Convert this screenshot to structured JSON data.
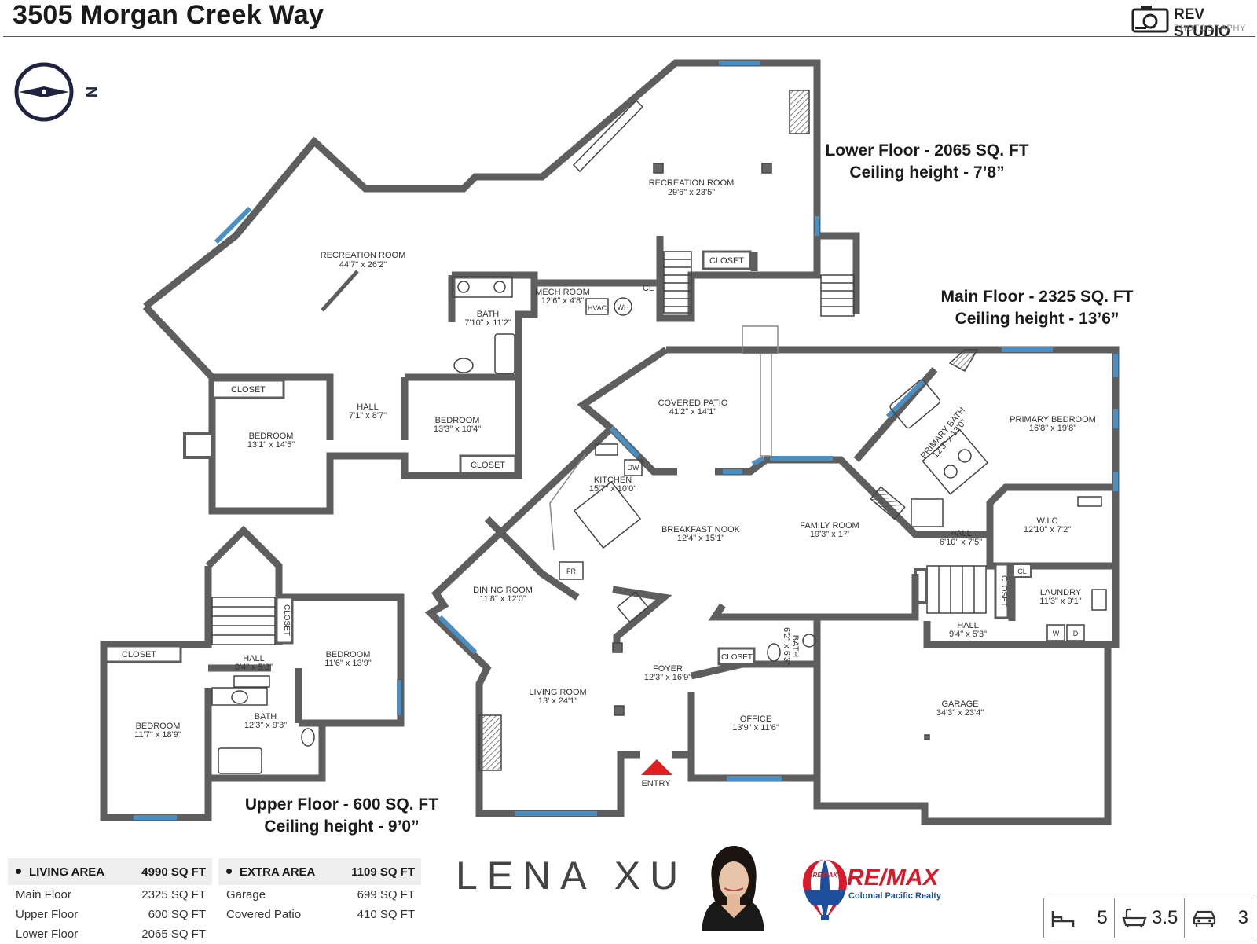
{
  "header": {
    "address": "3505 Morgan Creek Way",
    "brand_main": "REV STUDIO",
    "brand_sub": "PHOTOGRAPHY"
  },
  "compass": {
    "label": "N"
  },
  "floors": {
    "lower": {
      "title": "Lower Floor - 2065 SQ. FT",
      "ceiling": "Ceiling height - 7’8”"
    },
    "main": {
      "title": "Main Floor - 2325 SQ. FT",
      "ceiling": "Ceiling height - 13’6”"
    },
    "upper": {
      "title": "Upper Floor - 600 SQ. FT",
      "ceiling": "Ceiling height - 9’0”"
    }
  },
  "rooms": {
    "rec_room_big": {
      "name": "RECREATION ROOM",
      "dims": "44'7\" x 26'2\""
    },
    "rec_room_top": {
      "name": "RECREATION ROOM",
      "dims": "29'6\" x 23'5\""
    },
    "mech_room": {
      "name": "MECH ROOM",
      "dims": "12'6\" x 4'8\""
    },
    "hvac": "HVAC",
    "wh": "WH",
    "cl_lower": "CL",
    "closet_lower_top": "CLOSET",
    "bath_lower": {
      "name": "BATH",
      "dims": "7'10\" x 11'2\""
    },
    "closet_lower_left": "CLOSET",
    "bedroom_lower_left": {
      "name": "BEDROOM",
      "dims": "13'1\" x 14'5\""
    },
    "hall_lower": {
      "name": "HALL",
      "dims": "7'1\" x 8'7\""
    },
    "bedroom_lower_right": {
      "name": "BEDROOM",
      "dims": "13'3\" x 10'4\""
    },
    "closet_lower_bottom": "CLOSET",
    "covered_patio": {
      "name": "COVERED PATIO",
      "dims": "41'2\" x 14'1\""
    },
    "kitchen": {
      "name": "KITCHEN",
      "dims": "15'7\" x 10'0\""
    },
    "dw": "DW",
    "fr": "FR",
    "breakfast_nook": {
      "name": "BREAKFAST NOOK",
      "dims": "12'4\" x 15'1\""
    },
    "family_room": {
      "name": "FAMILY ROOM",
      "dims": "19'3\" x 17'"
    },
    "primary_bath": {
      "name": "PRIMARY BATH",
      "dims": "12'3\" x 13'0\""
    },
    "primary_bedroom": {
      "name": "PRIMARY BEDROOM",
      "dims": "16'8\" x 19'8\""
    },
    "wic": {
      "name": "W.I.C",
      "dims": "12'10\" x 7'2\""
    },
    "hall_main_a": {
      "name": "HALL",
      "dims": "6'10\" x 7'5\""
    },
    "closet_main_vert": "CLOSET",
    "cl_main": "CL",
    "laundry": {
      "name": "LAUNDRY",
      "dims": "11'3\" x 9'1\""
    },
    "washer": "W",
    "dryer": "D",
    "hall_main_b": {
      "name": "HALL",
      "dims": "9'4\" x 5'3\""
    },
    "dining_room": {
      "name": "DINING ROOM",
      "dims": "11'8\" x 12'0\""
    },
    "living_room": {
      "name": "LIVING ROOM",
      "dims": "13' x 24'1\""
    },
    "foyer": {
      "name": "FOYER",
      "dims": "12'3\" x 16'9\""
    },
    "bath_main": {
      "name": "BATH",
      "dims": "6'2\" x 6'3\""
    },
    "closet_foyer": "CLOSET",
    "office": {
      "name": "OFFICE",
      "dims": "13'9\" x 11'6\""
    },
    "garage": {
      "name": "GARAGE",
      "dims": "34'3\" x 23'4\""
    },
    "entry": "ENTRY",
    "closet_upper_vert": "CLOSET",
    "hall_upper": {
      "name": "HALL",
      "dims": "9'4\" x 5'3\""
    },
    "bedroom_upper_right": {
      "name": "BEDROOM",
      "dims": "11'6\" x 13'9\""
    },
    "closet_upper_left": "CLOSET",
    "bedroom_upper_left": {
      "name": "BEDROOM",
      "dims": "11'7\" x 18'9\""
    },
    "bath_upper": {
      "name": "BATH",
      "dims": "12'3\" x 9'3\""
    }
  },
  "living_area": {
    "title": "LIVING AREA",
    "total": "4990 SQ FT",
    "rows": [
      {
        "label": "Main Floor",
        "value": "2325 SQ FT"
      },
      {
        "label": "Upper Floor",
        "value": "600 SQ FT"
      },
      {
        "label": "Lower Floor",
        "value": "2065 SQ FT"
      }
    ]
  },
  "extra_area": {
    "title": "EXTRA AREA",
    "total": "1109 SQ FT",
    "rows": [
      {
        "label": "Garage",
        "value": "699 SQ FT"
      },
      {
        "label": "Covered Patio",
        "value": "410 SQ FT"
      }
    ]
  },
  "agent": {
    "name": "LENA XU"
  },
  "remax": {
    "logo": "RE/MAX",
    "sub": "Colonial Pacific Realty",
    "balloon_text": "RE/MAX"
  },
  "specs": {
    "bedrooms": "5",
    "bathrooms": "3.5",
    "garage": "3"
  },
  "colors": {
    "wall": "#5e5e5e",
    "window": "#4a8fc4",
    "entry_marker": "#e02020",
    "remax_red": "#d81b2b",
    "remax_blue": "#1e4f9c"
  }
}
